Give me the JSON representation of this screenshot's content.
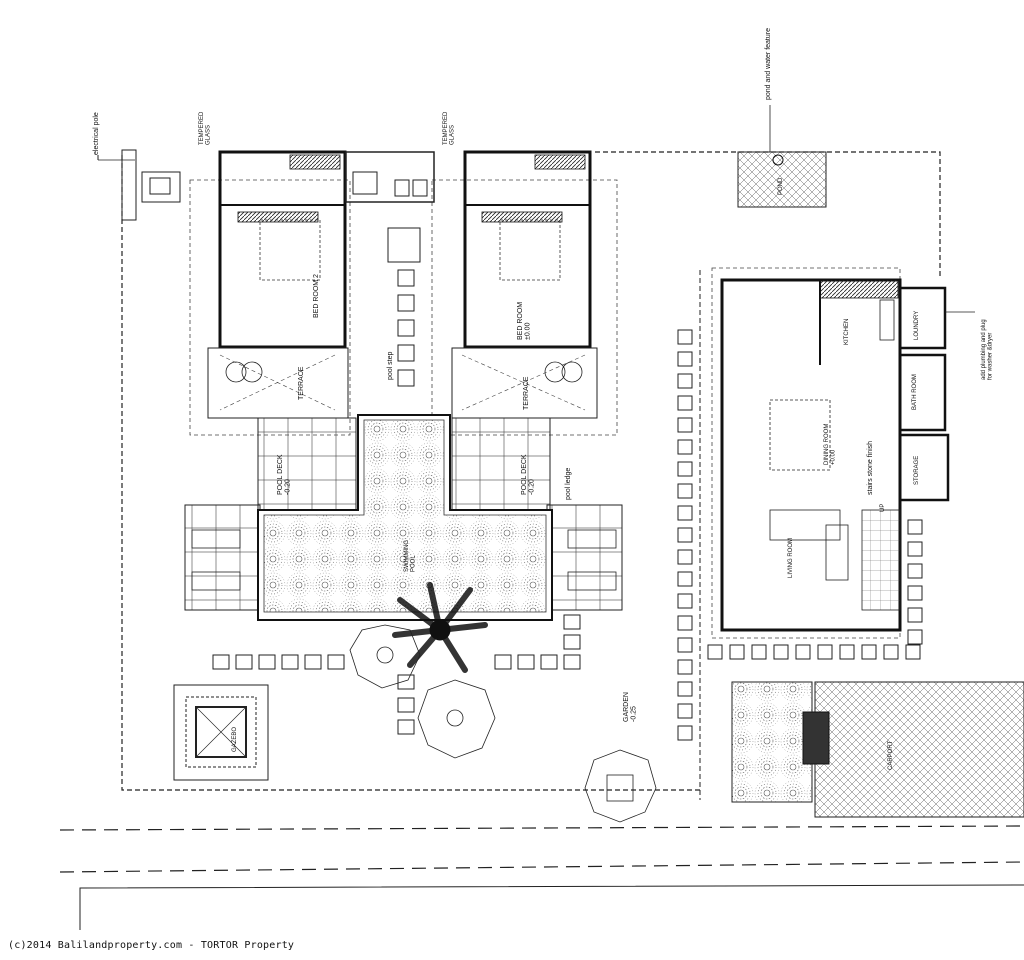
{
  "labels": {
    "electrical_pole": "electrical pole",
    "tempered_glass_1": "TEMPERED\nGLASS",
    "tempered_glass_2": "TEMPERED\nGLASS",
    "pond_feature": "pond and water feature",
    "plumbing_note": "add plumbing and plug\nfor washer &dryer",
    "bed_room_2": "BED ROOM 2",
    "bed_room_1": "BED ROOM\n±0.00",
    "terrace_left": "TERRACE",
    "terrace_right": "TERRACE",
    "pool_step": "pool step",
    "pool_deck_left": "POOL DECK\n-0.20",
    "pool_deck_right": "POOL DECK\n-0.20",
    "pool_ledge": "pool ledge",
    "swimming_pool": "SWIMMING\nPOOL",
    "kitchen": "KITCHEN",
    "laundry": "LOUNDRY",
    "bath_room": "BATH ROOM",
    "dining_room": "DINING ROOM\n+0.00",
    "stairs_finish": "stairs stone finish",
    "storage": "STORAGE",
    "up": "UP",
    "living_room": "LIVING ROOM",
    "garden": "GARDEN\n-0.25",
    "gazebo": "GAZEBO",
    "carport": "CARPORT",
    "pond": "POND"
  },
  "footer": {
    "copyright": "(c)2014 Balilandproperty.com - TORTOR Property"
  }
}
